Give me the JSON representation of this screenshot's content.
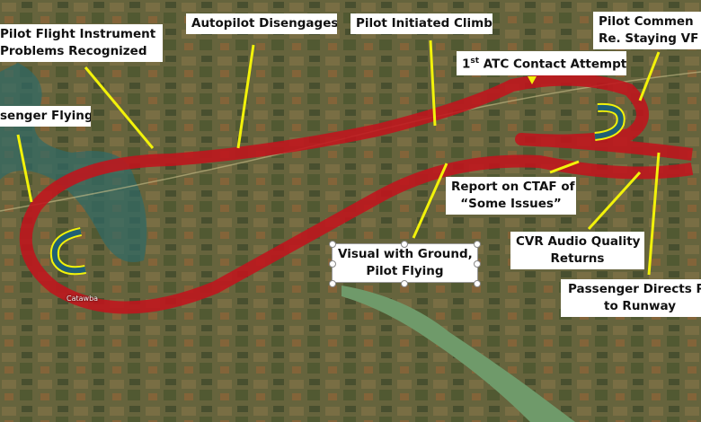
{
  "map": {
    "place_labels": [
      "Catawba"
    ],
    "colors": {
      "flight_path": "#c0141c",
      "callout_line": "#f2f20a",
      "turn_arrow": "#1f5f75",
      "river": "#6f9a6a"
    }
  },
  "callouts": {
    "instrument_problems": [
      "Pilot Flight Instrument",
      "Problems Recognized"
    ],
    "autopilot": "Autopilot Disengages",
    "climb": "Pilot Initiated Climb",
    "staying_vfr": [
      "Pilot Commen",
      "Re. Staying VF"
    ],
    "atc_contact": {
      "prefix": "1",
      "superscript": "st",
      "text": " ATC Contact Attempt"
    },
    "passenger_flying": "senger Flying",
    "ctaf": [
      "Report on CTAF of",
      "“Some Issues”"
    ],
    "visual_ground": [
      "Visual with Ground,",
      "Pilot Flying"
    ],
    "cvr_audio": [
      "CVR Audio Quality",
      "Returns"
    ],
    "passenger_directs": [
      "Passenger Directs Pi",
      "to Runway"
    ]
  }
}
